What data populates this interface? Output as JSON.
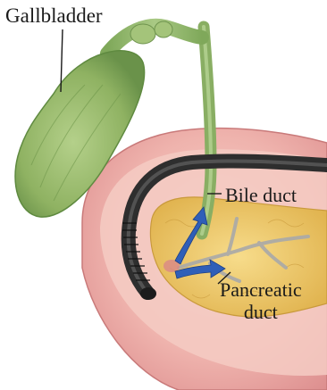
{
  "labels": {
    "gallbladder": "Gallbladder",
    "bile_duct": "Bile duct",
    "pancreatic_duct_line1": "Pancreatic",
    "pancreatic_duct_line2": "duct"
  },
  "colors": {
    "gallbladder_fill": "#9dbd72",
    "gallbladder_shade": "#6f9a4c",
    "duodenum_outer": "#e7a0a0",
    "duodenum_inner": "#f4c6bf",
    "pancreas_fill": "#f2cd6e",
    "pancreas_shade": "#dcae45",
    "endoscope": "#3c3c3c",
    "arrow_blue": "#2f5fb8",
    "label_text": "#1a1a1a"
  },
  "icons": {
    "gallbladder": "gallbladder-illustration",
    "endoscope": "endoscope-tube",
    "arrows": "flow-arrow-icon"
  }
}
